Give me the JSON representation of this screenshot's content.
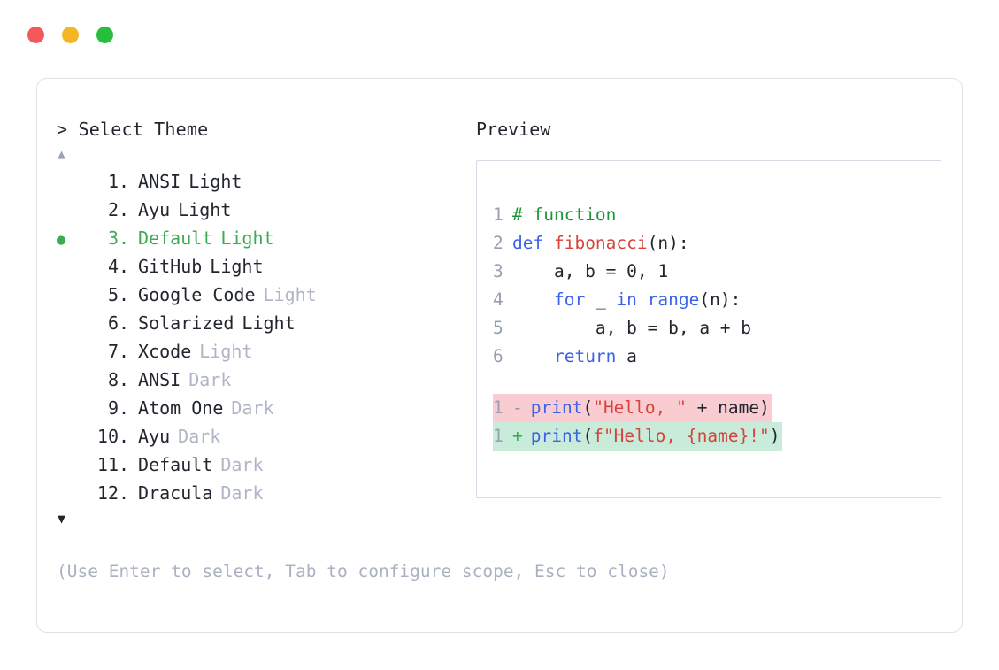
{
  "window": {
    "traffic_lights": [
      {
        "name": "close",
        "color": "#f4585c"
      },
      {
        "name": "minimize",
        "color": "#f5b626"
      },
      {
        "name": "maximize",
        "color": "#27bd3f"
      }
    ]
  },
  "picker": {
    "prompt_caret": ">",
    "prompt_label": "Select Theme",
    "scroll_up_icon": "▲",
    "scroll_down_icon": "▼",
    "selected_bullet": "●",
    "selected_index": 3,
    "index_suffix": ".",
    "items": [
      {
        "index": "1",
        "name": "ANSI",
        "variant": "Light",
        "variant_muted": false,
        "selected": false
      },
      {
        "index": "2",
        "name": "Ayu",
        "variant": "Light",
        "variant_muted": false,
        "selected": false
      },
      {
        "index": "3",
        "name": "Default",
        "variant": "Light",
        "variant_muted": false,
        "selected": true
      },
      {
        "index": "4",
        "name": "GitHub",
        "variant": "Light",
        "variant_muted": false,
        "selected": false
      },
      {
        "index": "5",
        "name": "Google Code",
        "variant": "Light",
        "variant_muted": true,
        "selected": false
      },
      {
        "index": "6",
        "name": "Solarized",
        "variant": "Light",
        "variant_muted": false,
        "selected": false
      },
      {
        "index": "7",
        "name": "Xcode",
        "variant": "Light",
        "variant_muted": true,
        "selected": false
      },
      {
        "index": "8",
        "name": "ANSI",
        "variant": "Dark",
        "variant_muted": true,
        "selected": false
      },
      {
        "index": "9",
        "name": "Atom One",
        "variant": "Dark",
        "variant_muted": true,
        "selected": false
      },
      {
        "index": "10",
        "name": "Ayu",
        "variant": "Dark",
        "variant_muted": true,
        "selected": false
      },
      {
        "index": "11",
        "name": "Default",
        "variant": "Dark",
        "variant_muted": true,
        "selected": false
      },
      {
        "index": "12",
        "name": "Dracula",
        "variant": "Dark",
        "variant_muted": true,
        "selected": false
      }
    ],
    "hint": "(Use Enter to select, Tab to configure scope, Esc to close)"
  },
  "preview": {
    "title": "Preview",
    "code_lines": [
      {
        "ln": "1",
        "tokens": [
          {
            "t": "# function",
            "c": "comment"
          }
        ]
      },
      {
        "ln": "2",
        "tokens": [
          {
            "t": "def ",
            "c": "keyword"
          },
          {
            "t": "fibonacci",
            "c": "func"
          },
          {
            "t": "(n):",
            "c": "plain"
          }
        ]
      },
      {
        "ln": "3",
        "tokens": [
          {
            "t": "    a, b = 0, 1",
            "c": "plain"
          }
        ]
      },
      {
        "ln": "4",
        "tokens": [
          {
            "t": "    ",
            "c": "plain"
          },
          {
            "t": "for ",
            "c": "keyword"
          },
          {
            "t": "_ ",
            "c": "plain"
          },
          {
            "t": "in ",
            "c": "keyword"
          },
          {
            "t": "range",
            "c": "builtin"
          },
          {
            "t": "(n):",
            "c": "plain"
          }
        ]
      },
      {
        "ln": "5",
        "tokens": [
          {
            "t": "        a, b = b, a + b",
            "c": "plain"
          }
        ]
      },
      {
        "ln": "6",
        "tokens": [
          {
            "t": "    ",
            "c": "plain"
          },
          {
            "t": "return ",
            "c": "keyword"
          },
          {
            "t": "a",
            "c": "plain"
          }
        ]
      }
    ],
    "diff_lines": [
      {
        "ln": "1",
        "kind": "del",
        "sign": "-",
        "tokens": [
          {
            "t": "print",
            "c": "builtin"
          },
          {
            "t": "(",
            "c": "plain"
          },
          {
            "t": "\"Hello, \"",
            "c": "string"
          },
          {
            "t": " + name)",
            "c": "plain"
          }
        ]
      },
      {
        "ln": "1",
        "kind": "add",
        "sign": "+",
        "tokens": [
          {
            "t": "print",
            "c": "builtin"
          },
          {
            "t": "(",
            "c": "plain"
          },
          {
            "t": "f\"Hello, {name}!\"",
            "c": "string"
          },
          {
            "t": ")",
            "c": "plain"
          }
        ]
      }
    ]
  },
  "colors": {
    "accent_green": "#3cab52",
    "muted": "#aeb6c6",
    "text": "#22262e",
    "diff_del_bg": "#f9ccd1",
    "diff_add_bg": "#c9ebd9",
    "card_border": "#dde1e8"
  }
}
